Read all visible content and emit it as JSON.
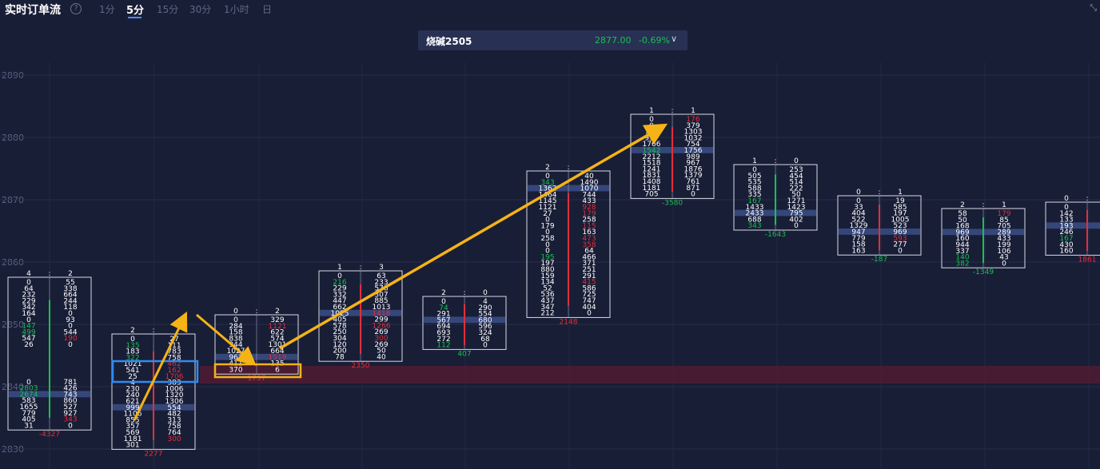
{
  "header": {
    "title": "实时订单流",
    "help_icon": "question-circle-icon",
    "tabs": [
      {
        "label": "1分",
        "active": false
      },
      {
        "label": "5分",
        "active": true
      },
      {
        "label": "15分",
        "active": false
      },
      {
        "label": "30分",
        "active": false
      },
      {
        "label": "1小时",
        "active": false
      },
      {
        "label": "日",
        "active": false
      }
    ],
    "expand_icon": "expand-icon"
  },
  "symbol": {
    "name": "烧碱2505",
    "price": "2877.00",
    "change": "-0.69%",
    "dropdown_icon": "chevron-down-icon"
  },
  "y_axis": {
    "labels": [
      "2890",
      "2880",
      "2870",
      "2860",
      "2850",
      "2840",
      "2830"
    ]
  },
  "colors": {
    "background": "#191e37",
    "up": "#16c24d",
    "down": "#e0303a",
    "poc": "#3b4f86",
    "highlight_zone": "#4d1c33",
    "arrow": "#f5b316",
    "blue_box": "#2f8bf0",
    "orange_box": "#f5b316"
  },
  "candles": [
    {
      "top_labels": [
        "4",
        "2"
      ],
      "delta": "-4327",
      "delta_sign": "down",
      "poc_row": 18,
      "bar_color": "up",
      "rows": [
        [
          "0",
          "55"
        ],
        [
          "64",
          "338"
        ],
        [
          "232",
          "664"
        ],
        [
          "229",
          "244"
        ],
        [
          "342",
          "118"
        ],
        [
          "164",
          "0"
        ],
        [
          "0",
          "93"
        ],
        [
          "147",
          "0"
        ],
        [
          "499",
          "544"
        ],
        [
          "547",
          "190"
        ],
        [
          "26",
          "0"
        ],
        [
          "",
          ""
        ],
        [
          "",
          ""
        ],
        [
          "",
          ""
        ],
        [
          "",
          ""
        ],
        [
          "",
          ""
        ],
        [
          "0",
          "781"
        ],
        [
          "2803",
          "426"
        ],
        [
          "2674",
          "743"
        ],
        [
          "583",
          "860"
        ],
        [
          "1655",
          "527"
        ],
        [
          "779",
          "927"
        ],
        [
          "405",
          "343"
        ],
        [
          "31",
          "0"
        ]
      ]
    },
    {
      "top_labels": [
        "2",
        ""
      ],
      "delta": "2277",
      "delta_sign": "down",
      "poc_row": 11,
      "bar_color": "down",
      "rows": [
        [
          "0",
          "27"
        ],
        [
          "135",
          "111"
        ],
        [
          "183",
          "783"
        ],
        [
          "322",
          "758"
        ],
        [
          "1021",
          "462"
        ],
        [
          "541",
          "162"
        ],
        [
          "25",
          "1706"
        ],
        [
          "4",
          "383"
        ],
        [
          "230",
          "1006"
        ],
        [
          "240",
          "1320"
        ],
        [
          "621",
          "1306"
        ],
        [
          "999",
          "554"
        ],
        [
          "1106",
          "482"
        ],
        [
          "855",
          "313"
        ],
        [
          "357",
          "758"
        ],
        [
          "569",
          "764"
        ],
        [
          "1181",
          "300"
        ],
        [
          "301",
          ""
        ]
      ]
    },
    {
      "top_labels": [
        "0",
        "2"
      ],
      "delta": "1737",
      "delta_sign": "down",
      "poc_row": 6,
      "bar_color": "none",
      "rows": [
        [
          "0",
          "329"
        ],
        [
          "284",
          "1121"
        ],
        [
          "158",
          "622"
        ],
        [
          "838",
          "574"
        ],
        [
          "944",
          "1301"
        ],
        [
          "1027",
          "664"
        ],
        [
          "962",
          "1519"
        ],
        [
          "411",
          "135"
        ],
        [
          "370",
          "6"
        ]
      ]
    },
    {
      "top_labels": [
        "1",
        "3"
      ],
      "delta": "2350",
      "delta_sign": "down",
      "poc_row": 6,
      "bar_color": "down",
      "rows": [
        [
          "0",
          "63"
        ],
        [
          "216",
          "233"
        ],
        [
          "229",
          "578"
        ],
        [
          "332",
          "307"
        ],
        [
          "447",
          "885"
        ],
        [
          "662",
          "1013"
        ],
        [
          "1025",
          "1418"
        ],
        [
          "405",
          "299"
        ],
        [
          "578",
          "1266"
        ],
        [
          "250",
          "269"
        ],
        [
          "304",
          "300"
        ],
        [
          "120",
          "269"
        ],
        [
          "200",
          "50"
        ],
        [
          "78",
          "40"
        ]
      ]
    },
    {
      "top_labels": [
        "2",
        "0"
      ],
      "delta": "407",
      "delta_sign": "up",
      "poc_row": 3,
      "bar_color": "down",
      "rows": [
        [
          "0",
          "4"
        ],
        [
          "74",
          "290"
        ],
        [
          "291",
          "554"
        ],
        [
          "567",
          "680"
        ],
        [
          "694",
          "596"
        ],
        [
          "693",
          "324"
        ],
        [
          "272",
          "68"
        ],
        [
          "112",
          "0"
        ]
      ]
    },
    {
      "top_labels": [
        "2",
        ""
      ],
      "delta": "2148",
      "delta_sign": "down",
      "poc_row": 2,
      "bar_color": "down",
      "rows": [
        [
          "0",
          "40"
        ],
        [
          "343",
          "1490"
        ],
        [
          "1362",
          "1070"
        ],
        [
          "1464",
          "744"
        ],
        [
          "1145",
          "433"
        ],
        [
          "1121",
          "928"
        ],
        [
          "27",
          "179"
        ],
        [
          "0",
          "258"
        ],
        [
          "179",
          "115"
        ],
        [
          "0",
          "163"
        ],
        [
          "258",
          "473"
        ],
        [
          "0",
          "358"
        ],
        [
          "0",
          "64"
        ],
        [
          "195",
          "466"
        ],
        [
          "197",
          "371"
        ],
        [
          "880",
          "251"
        ],
        [
          "159",
          "291"
        ],
        [
          "134",
          "415"
        ],
        [
          "52",
          "586"
        ],
        [
          "536",
          "725"
        ],
        [
          "437",
          "747"
        ],
        [
          "347",
          "404"
        ],
        [
          "212",
          "0"
        ]
      ]
    },
    {
      "top_labels": [
        "1",
        "1"
      ],
      "delta": "-3580",
      "delta_sign": "up",
      "poc_row": 5,
      "bar_color": "down",
      "rows": [
        [
          "0",
          "176"
        ],
        [
          "0",
          "379"
        ],
        [
          "737",
          "1303"
        ],
        [
          "957",
          "1032"
        ],
        [
          "1766",
          "754"
        ],
        [
          "1542",
          "1756"
        ],
        [
          "2212",
          "989"
        ],
        [
          "1518",
          "967"
        ],
        [
          "1241",
          "1876"
        ],
        [
          "1831",
          "1379"
        ],
        [
          "1408",
          "761"
        ],
        [
          "1181",
          "871"
        ],
        [
          "705",
          "0"
        ]
      ]
    },
    {
      "top_labels": [
        "1",
        "0"
      ],
      "delta": "-1643",
      "delta_sign": "up",
      "poc_row": 7,
      "bar_color": "up",
      "rows": [
        [
          "0",
          "253"
        ],
        [
          "505",
          "454"
        ],
        [
          "535",
          "514"
        ],
        [
          "588",
          "222"
        ],
        [
          "335",
          "50"
        ],
        [
          "167",
          "1271"
        ],
        [
          "1433",
          "1423"
        ],
        [
          "2433",
          "795"
        ],
        [
          "688",
          "402"
        ],
        [
          "343",
          "0"
        ]
      ]
    },
    {
      "top_labels": [
        "0",
        "1"
      ],
      "delta": "-187",
      "delta_sign": "up",
      "poc_row": 5,
      "bar_color": "down",
      "rows": [
        [
          "0",
          "19"
        ],
        [
          "33",
          "585"
        ],
        [
          "404",
          "197"
        ],
        [
          "522",
          "1005"
        ],
        [
          "1329",
          "523"
        ],
        [
          "947",
          "969"
        ],
        [
          "779",
          "593"
        ],
        [
          "158",
          "277"
        ],
        [
          "163",
          "0"
        ]
      ]
    },
    {
      "top_labels": [
        "2",
        "1"
      ],
      "delta": "-1349",
      "delta_sign": "up",
      "poc_row": 3,
      "bar_color": "up",
      "rows": [
        [
          "58",
          "179"
        ],
        [
          "50",
          "85"
        ],
        [
          "168",
          "705"
        ],
        [
          "969",
          "289"
        ],
        [
          "160",
          "433"
        ],
        [
          "944",
          "199"
        ],
        [
          "337",
          "106"
        ],
        [
          "140",
          "43"
        ],
        [
          "382",
          "0"
        ]
      ]
    },
    {
      "top_labels": [
        "0",
        ""
      ],
      "delta": "1861",
      "delta_sign": "down",
      "poc_row": 3,
      "bar_color": "down",
      "rows": [
        [
          "0",
          ""
        ],
        [
          "142",
          ""
        ],
        [
          "133",
          ""
        ],
        [
          "193",
          ""
        ],
        [
          "246",
          ""
        ],
        [
          "167",
          ""
        ],
        [
          "430",
          ""
        ],
        [
          "160",
          ""
        ]
      ]
    }
  ]
}
